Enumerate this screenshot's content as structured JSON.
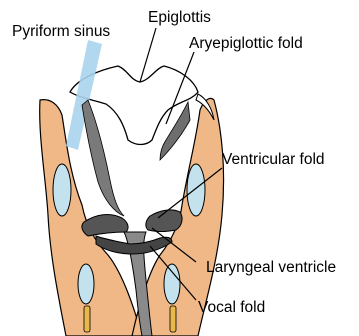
{
  "labels": {
    "pyriform_sinus": "Pyriform sinus",
    "epiglottis": "Epiglottis",
    "aryepiglottic_fold": "Aryepiglottic fold",
    "ventricular_fold": "Ventricular fold",
    "laryngeal_ventricle": "Laryngeal ventricle",
    "vocal_fold": "Vocal fold"
  },
  "colors": {
    "tissue_orange": "#f0b787",
    "cartilage_blue": "#c4e2ee",
    "ring_yellow": "#e9b84a",
    "shadow_gray": "#6e6e6e",
    "arrow_blue": "#a9d4ec",
    "outline": "#000000"
  }
}
